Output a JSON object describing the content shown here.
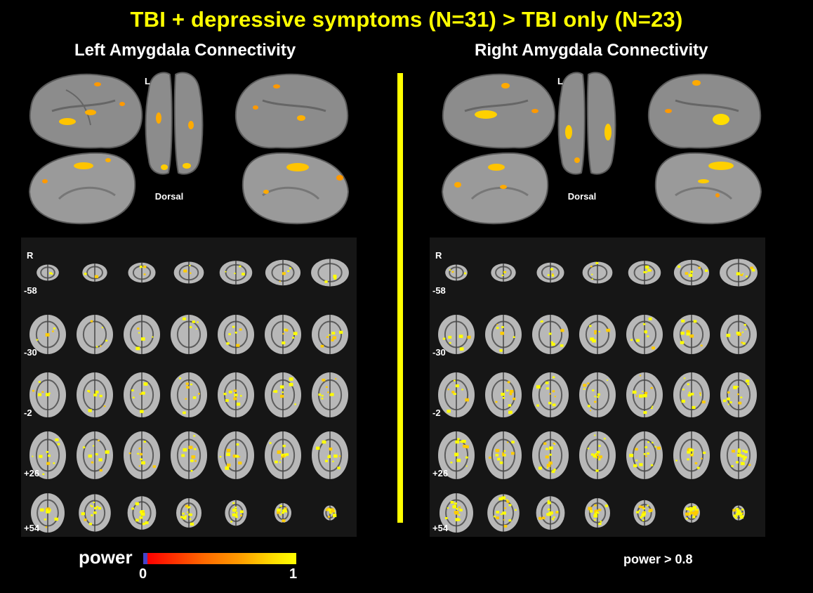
{
  "title": "TBI + depressive symptoms (N=31) > TBI only (N=23)",
  "panels": {
    "left": {
      "title": "Left Amygdala Connectivity",
      "hemisphere_label": "L",
      "view_label": "Dorsal"
    },
    "right": {
      "title": "Right Amygdala Connectivity",
      "hemisphere_label": "L",
      "view_label": "Dorsal"
    }
  },
  "slices": {
    "orientation_label": "R",
    "row_labels": [
      "-58",
      "-30",
      "-2",
      "+26",
      "+54"
    ]
  },
  "legend": {
    "label": "power",
    "min": "0",
    "max": "1"
  },
  "threshold_note": "power > 0.8",
  "colors": {
    "accent": "#ffff00",
    "background": "#000000",
    "brain": "#8a8a8a",
    "activation": "#ffcc00"
  }
}
